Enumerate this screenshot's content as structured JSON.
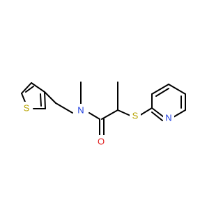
{
  "molecule": {
    "atoms": {
      "s_thiophene": "S",
      "n_amide": "N",
      "s_thioether": "S",
      "o_carbonyl": "O",
      "n_pyridine": "N"
    },
    "colors": {
      "bond": "#000000",
      "S": "#b8a300",
      "N": "#1f3ee0",
      "O": "#e01f1f"
    }
  }
}
